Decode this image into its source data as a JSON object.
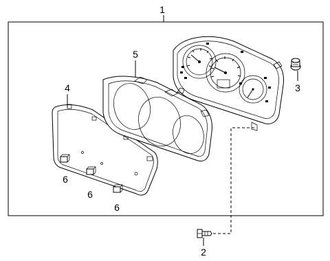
{
  "diagram": {
    "callouts": {
      "assembly": "1",
      "screw": "2",
      "bulb_socket": "3",
      "window_glass": "4",
      "housing_mask": "5",
      "clip_a": "6",
      "clip_b": "6",
      "clip_c": "6"
    }
  }
}
